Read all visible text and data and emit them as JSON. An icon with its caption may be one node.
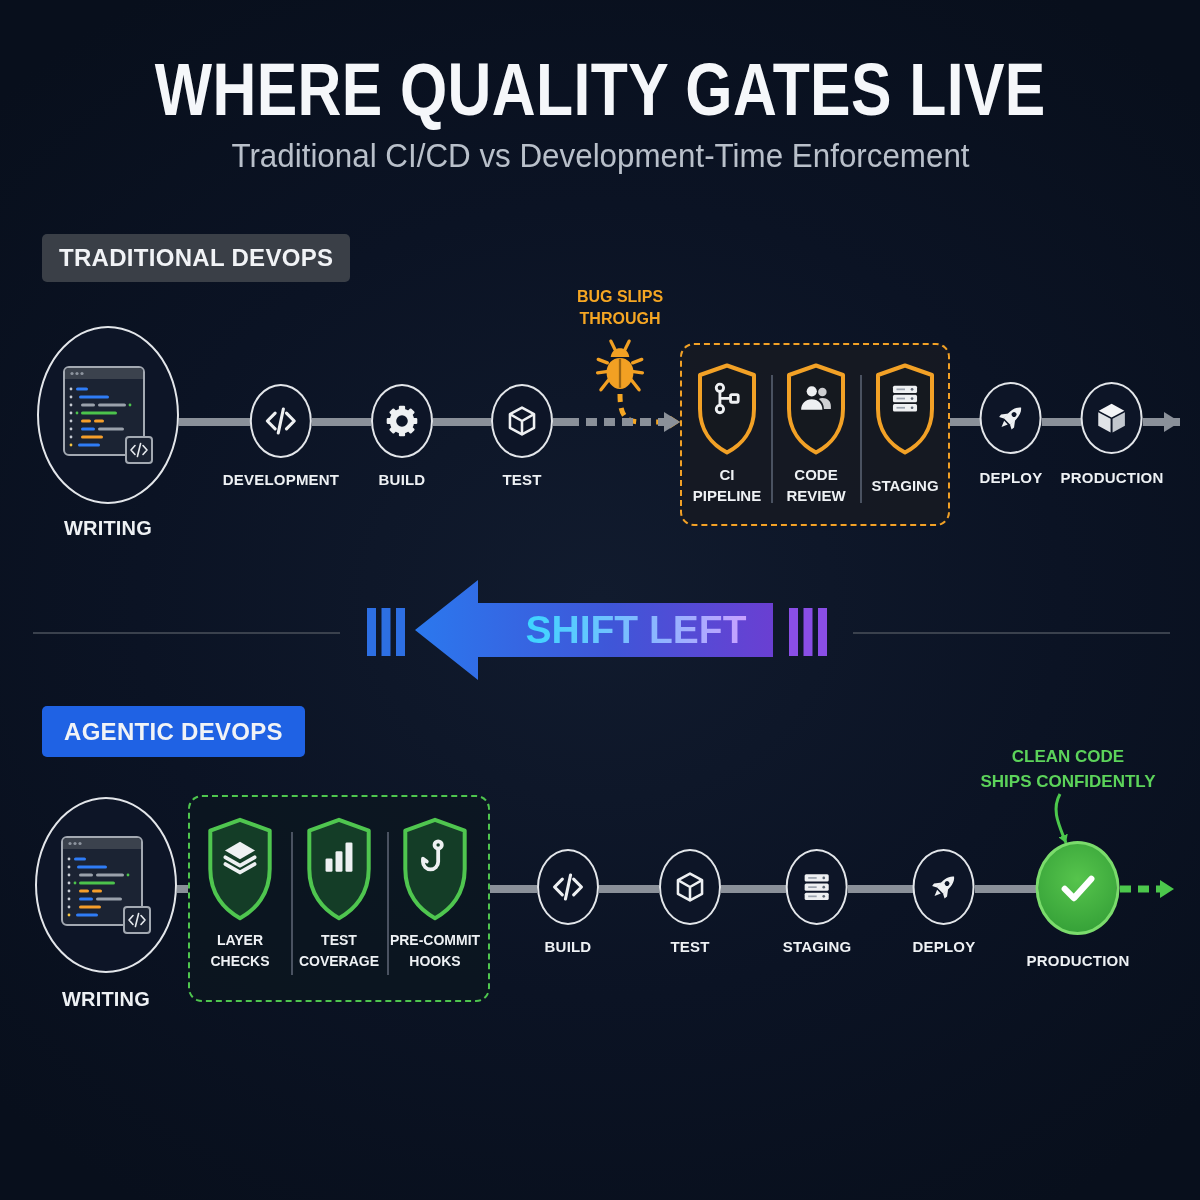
{
  "diagram": {
    "title": "WHERE QUALITY GATES LIVE",
    "nodes": [
      {
        "text": [
          "TRADITIONAL DEVOPS"
        ]
      },
      {
        "text": [
          "WRITING"
        ]
      },
      {
        "text": [
          "DEVELOPMENT"
        ]
      },
      {
        "text": [
          "BUILD"
        ]
      },
      {
        "text": [
          "TEST"
        ]
      },
      {
        "text": [
          "BUG SLIPS THROUGH"
        ]
      },
      {
        "text": [],
        "shape": "box"
      },
      {
        "text": [
          "CI PIPELINE"
        ],
        "in": 6
      },
      {
        "text": [
          "CODE REVIEW"
        ],
        "in": 6
      },
      {
        "text": [
          "STAGING"
        ],
        "in": 6
      },
      {
        "text": [
          "DEPLOY"
        ]
      },
      {
        "text": [
          "PRODUCTION"
        ]
      },
      {
        "text": [
          "SHIFT LEFT"
        ]
      },
      {
        "text": [
          "AGENTIC DEVOPS"
        ]
      },
      {
        "text": [
          "WRITING"
        ]
      },
      {
        "text": [],
        "shape": "box"
      },
      {
        "text": [
          "LAYER CHECKS"
        ],
        "in": 15
      },
      {
        "text": [
          "TEST COVERAGE"
        ],
        "in": 15
      },
      {
        "text": [
          "PRE-COMMIT HOOKS"
        ],
        "in": 15
      },
      {
        "text": [
          "BUILD"
        ]
      },
      {
        "text": [
          "TEST"
        ]
      },
      {
        "text": [
          "STAGING"
        ]
      },
      {
        "text": [
          "DEPLOY"
        ]
      },
      {
        "text": [
          "CLEAN CODE SHIPS CONFIDENTLY"
        ]
      },
      {
        "text": [
          "PRODUCTION"
        ]
      }
    ],
    "edges": [
      {
        "from": 1,
        "to": 2,
        "arrow": "none"
      },
      {
        "from": 2,
        "to": 3,
        "arrow": "none"
      },
      {
        "from": 3,
        "to": 4,
        "arrow": "none"
      },
      {
        "from": 4,
        "to": 6,
        "arrow": "to",
        "style": "dashed"
      },
      {
        "from": 5,
        "to": 6,
        "arrow": "to",
        "style": "dashed",
        "color": "#f5a623"
      },
      {
        "from": 6,
        "to": 10,
        "arrow": "none"
      },
      {
        "from": 10,
        "to": 11,
        "arrow": "none"
      },
      {
        "from": 11,
        "to": null,
        "arrow": "to"
      },
      {
        "from": 14,
        "to": 15,
        "arrow": "none"
      },
      {
        "from": 15,
        "to": 19,
        "arrow": "none"
      },
      {
        "from": 19,
        "to": 20,
        "arrow": "none"
      },
      {
        "from": 20,
        "to": 21,
        "arrow": "none"
      },
      {
        "from": 21,
        "to": 22,
        "arrow": "none"
      },
      {
        "from": 22,
        "to": 24,
        "arrow": "none"
      },
      {
        "from": 24,
        "to": null,
        "arrow": "to",
        "style": "dashed",
        "color": "#4cc84c"
      },
      {
        "from": 23,
        "to": 24,
        "arrow": "to",
        "color": "#4cc84c"
      }
    ],
    "labels": [
      "Traditional CI/CD vs Development-Time Enforcement"
    ]
  }
}
